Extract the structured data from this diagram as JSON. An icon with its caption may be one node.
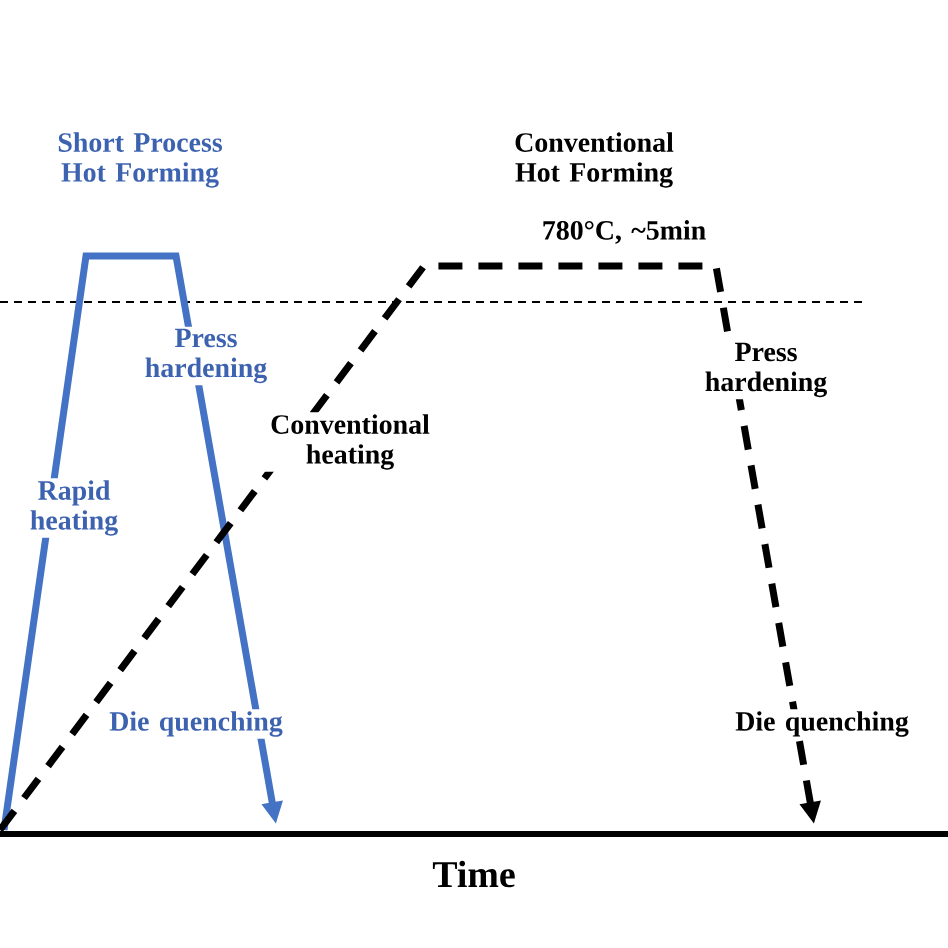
{
  "diagram": {
    "labels": [
      "Short Process Hot Forming",
      "Conventional Hot Forming",
      "780°C, ~5min",
      "Press hardening",
      "Conventional heating",
      "Rapid heating",
      "Press hardening",
      "Die quenching",
      "Die quenching",
      "Time"
    ]
  }
}
